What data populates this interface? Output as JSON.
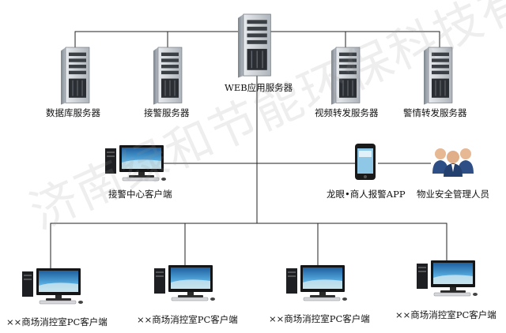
{
  "nodes": {
    "web_server": "WEB应用服务器",
    "db_server": "数据库服务器",
    "alarm_server": "接警服务器",
    "video_server": "视频转发服务器",
    "alert_server": "警情转发服务器",
    "center_client": "接警中心客户端",
    "app": "龙眼•商人报警APP",
    "security_staff": "物业安全管理人员",
    "mall_client": "××商场消控室PC客户端"
  },
  "watermark": "济南绿和节能环保科技有限公司",
  "colors": {
    "line": "#222222",
    "server_body": "#c8cdd3",
    "screen": "#3c88c4",
    "people_suit": "#2e4f86"
  }
}
